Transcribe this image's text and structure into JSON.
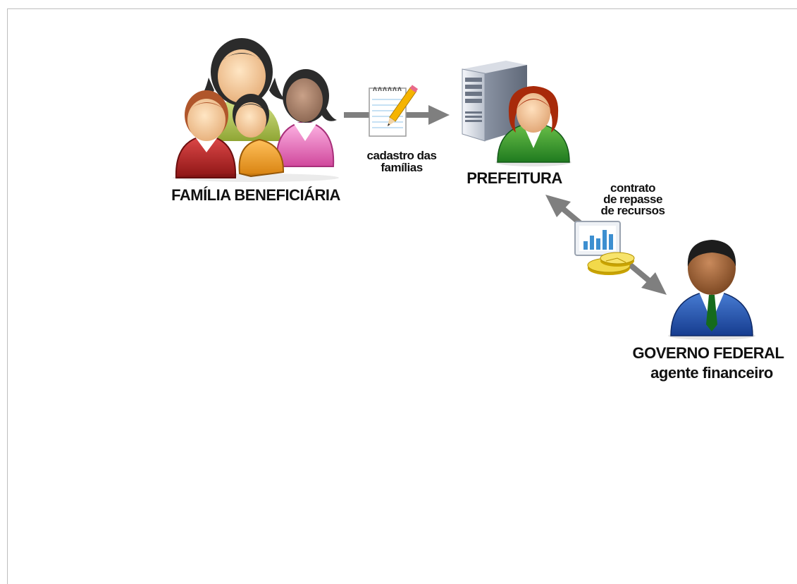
{
  "nodes": {
    "family": {
      "label": "FAMÍLIA BENEFICIÁRIA"
    },
    "city": {
      "label": "PREFEITURA"
    },
    "government": {
      "label_line1": "GOVERNO FEDERAL",
      "label_line2": "agente financeiro"
    }
  },
  "edges": {
    "registration": {
      "label_line1": "cadastro das",
      "label_line2": "famílias"
    },
    "contract": {
      "label_line1": "contrato",
      "label_line2": "de repasse",
      "label_line3": "de recursos"
    }
  },
  "icons": {
    "family": "family-group-icon",
    "notepad": "notepad-pencil-icon",
    "server": "server-tower-icon",
    "city_person": "woman-avatar-icon",
    "chart": "bar-chart-monitor-icon",
    "coins": "coin-stack-icon",
    "government_person": "businessman-avatar-icon"
  },
  "colors": {
    "arrow": "#7f7f7f",
    "text": "#111111"
  }
}
